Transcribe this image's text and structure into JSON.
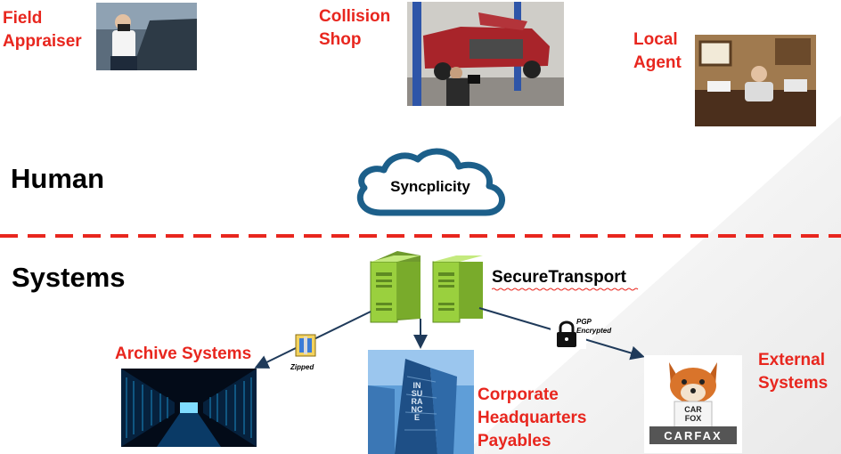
{
  "top": {
    "field_appraiser": "Field\nAppraiser",
    "collision_shop": "Collision\nShop",
    "local_agent": "Local\nAgent"
  },
  "sections": {
    "human": "Human",
    "systems": "Systems"
  },
  "cloud": {
    "label": "Syncplicity"
  },
  "secure_transport": {
    "label": "SecureTransport"
  },
  "bottom": {
    "archive_systems": "Archive Systems",
    "corporate": "Corporate\nHeadquarters\nPayables",
    "external_systems": "External\nSystems"
  },
  "annotations": {
    "zipped": "Zipped",
    "pgp": "PGP\nEncrypted"
  },
  "building_text": "INSURANCE",
  "carfax": {
    "shirt": "CAR\nFOX",
    "brand": "CARFAX"
  },
  "colors": {
    "accent_red": "#e8261e",
    "cloud_blue": "#1c5f8a",
    "server_green": "#9ad03e",
    "arrow_navy": "#1f3a5a"
  }
}
